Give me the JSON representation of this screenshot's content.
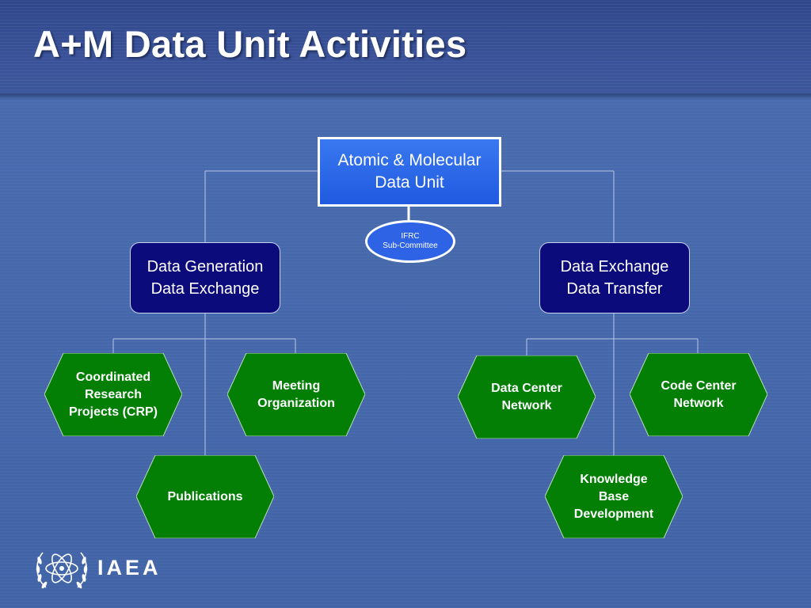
{
  "slide": {
    "title": "A+M Data Unit Activities"
  },
  "org_chart": {
    "top": {
      "label": "Atomic & Molecular\nData Unit"
    },
    "ifrc": {
      "label": "IFRC\nSub-Committee"
    },
    "left": {
      "label": "Data Generation\nData Exchange",
      "children": [
        {
          "label": "Coordinated\nResearch\nProjects (CRP)"
        },
        {
          "label": "Meeting\nOrganization"
        },
        {
          "label": "Publications"
        }
      ]
    },
    "right": {
      "label": "Data Exchange\nData Transfer",
      "children": [
        {
          "label": "Data Center\nNetwork"
        },
        {
          "label": "Code Center\nNetwork"
        },
        {
          "label": "Knowledge\nBase\nDevelopment"
        }
      ]
    }
  },
  "footer": {
    "logo_text": "IAEA",
    "logo_icon": "iaea-atom-laurel-icon"
  },
  "colors": {
    "background": "#4465a8",
    "title_band": "#33498c",
    "top_box": "#2a66ea",
    "mid_box": "#0b0b7c",
    "hexagon": "#027f04",
    "connector": "#b9c6e6"
  }
}
